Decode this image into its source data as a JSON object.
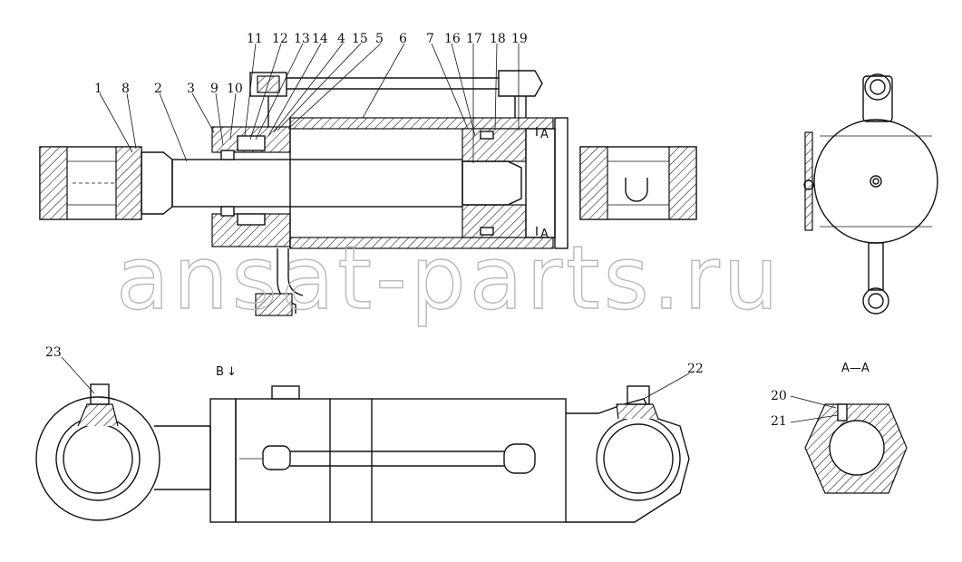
{
  "callouts_top": [
    "1",
    "8",
    "2",
    "3",
    "9",
    "10",
    "11",
    "12",
    "13",
    "14",
    "4",
    "15",
    "5",
    "6",
    "7",
    "16",
    "17",
    "18",
    "19"
  ],
  "callouts_bottom": [
    "23",
    "22"
  ],
  "section_view": {
    "title": "A—A",
    "callouts": [
      "20",
      "21"
    ]
  },
  "markers": {
    "view_b": "B",
    "section_a": "A"
  },
  "watermark": "ansat-parts.ru"
}
